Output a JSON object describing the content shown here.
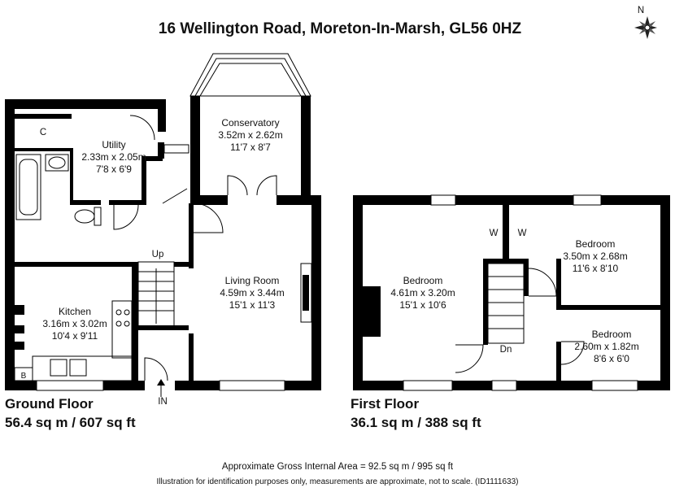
{
  "title": "16 Wellington Road, Moreton-In-Marsh, GL56 0HZ",
  "compass_label": "N",
  "ground_floor": {
    "name": "Ground Floor",
    "area": "56.4 sq m / 607 sq ft",
    "rooms": {
      "utility": {
        "name": "Utility",
        "metric": "2.33m x 2.05m",
        "imperial": "7'8 x 6'9"
      },
      "conservatory": {
        "name": "Conservatory",
        "metric": "3.52m x 2.62m",
        "imperial": "11'7 x 8'7"
      },
      "living": {
        "name": "Living Room",
        "metric": "4.59m x 3.44m",
        "imperial": "15'1 x 11'3"
      },
      "kitchen": {
        "name": "Kitchen",
        "metric": "3.16m x 3.02m",
        "imperial": "10'4 x 9'11"
      }
    },
    "marks": {
      "cupboard": "C",
      "boiler": "B",
      "stairs_up": "Up",
      "entrance": "IN"
    }
  },
  "first_floor": {
    "name": "First Floor",
    "area": "36.1 sq m / 388 sq ft",
    "rooms": {
      "bedroom1": {
        "name": "Bedroom",
        "metric": "4.61m x 3.20m",
        "imperial": "15'1 x 10'6"
      },
      "bedroom2": {
        "name": "Bedroom",
        "metric": "3.50m x 2.68m",
        "imperial": "11'6 x 8'10"
      },
      "bedroom3": {
        "name": "Bedroom",
        "metric": "2.60m x 1.82m",
        "imperial": "8'6 x 6'0"
      }
    },
    "marks": {
      "wardrobe1": "W",
      "wardrobe2": "W",
      "stairs_down": "Dn"
    }
  },
  "footer": {
    "gross_area": "Approximate Gross Internal Area = 92.5 sq m / 995 sq ft",
    "disclaimer": "Illustration for identification purposes only, measurements are approximate, not to scale. (ID1111633)"
  }
}
